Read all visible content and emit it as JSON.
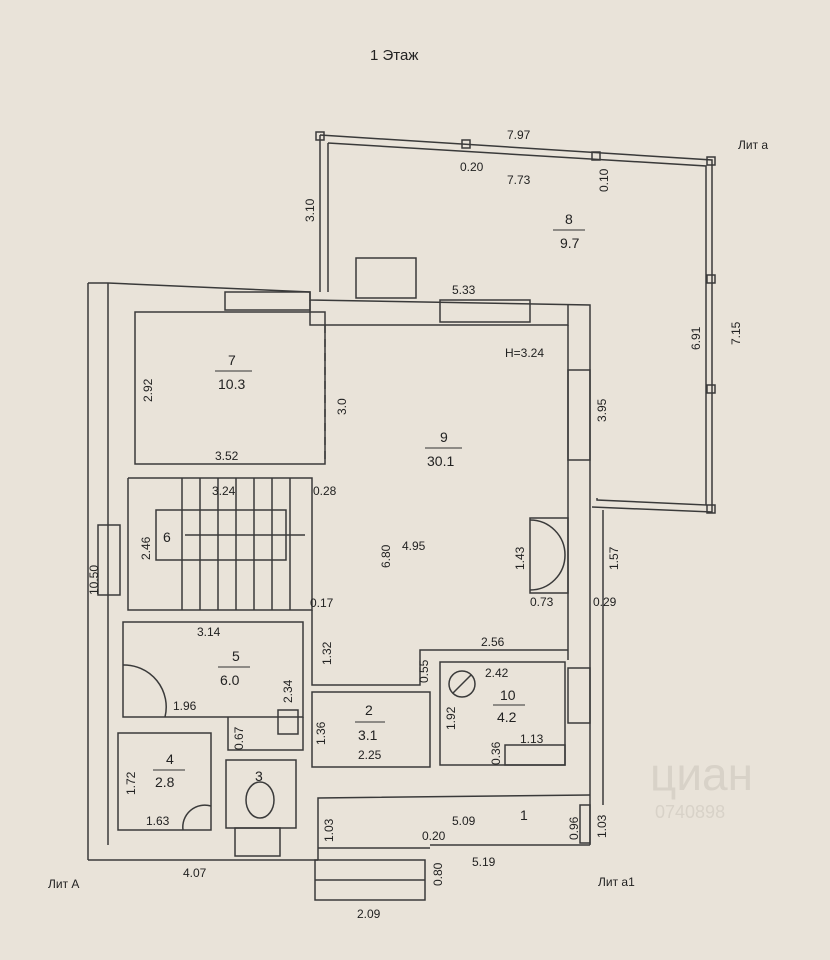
{
  "title": "1 Этаж",
  "labels": {
    "lit_a_small": "Лит а",
    "lit_A": "Лит А",
    "lit_a1": "Лит а1"
  },
  "watermark": {
    "brand": "циан",
    "phone": "0740898"
  },
  "height_note": "H=3.24",
  "rooms": [
    {
      "num": "1",
      "area": ""
    },
    {
      "num": "2",
      "area": "3.1"
    },
    {
      "num": "3",
      "area": ""
    },
    {
      "num": "4",
      "area": "2.8"
    },
    {
      "num": "5",
      "area": "6.0"
    },
    {
      "num": "6",
      "area": ""
    },
    {
      "num": "7",
      "area": "10.3"
    },
    {
      "num": "8",
      "area": "9.7"
    },
    {
      "num": "9",
      "area": "30.1"
    },
    {
      "num": "10",
      "area": "4.2"
    }
  ],
  "dims": [
    "7.97",
    "0.20",
    "7.73",
    "0.10",
    "3.10",
    "5.33",
    "6.91",
    "7.15",
    "2.92",
    "3.0",
    "3.52",
    "3.95",
    "3.24",
    "0.28",
    "2.46",
    "6.80",
    "4.95",
    "1.43",
    "1.57",
    "0.73",
    "0.29",
    "0.17",
    "10.50",
    "3.14",
    "1.32",
    "2.56",
    "0.55",
    "2.42",
    "2.34",
    "1.96",
    "0.67",
    "1.92",
    "1.36",
    "2.25",
    "0.36",
    "1.13",
    "1.72",
    "1.63",
    "5.09",
    "0.96",
    "1.03",
    "1.03",
    "0.20",
    "4.07",
    "0.80",
    "5.19",
    "2.09"
  ]
}
